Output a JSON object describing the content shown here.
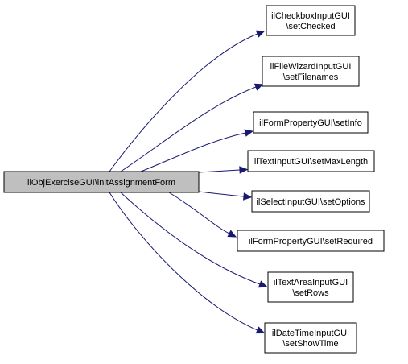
{
  "colors": {
    "source_fill": "#bfbfbf",
    "target_fill": "#ffffff",
    "edge": "#191970",
    "border": "#000000"
  },
  "source": {
    "lines": [
      "ilObjExerciseGUI\\initAssignmentForm"
    ]
  },
  "targets": [
    {
      "lines": [
        "ilCheckboxInputGUI",
        "\\setChecked"
      ]
    },
    {
      "lines": [
        "ilFileWizardInputGUI",
        "\\setFilenames"
      ]
    },
    {
      "lines": [
        "ilFormPropertyGUI\\setInfo"
      ]
    },
    {
      "lines": [
        "ilTextInputGUI\\setMaxLength"
      ]
    },
    {
      "lines": [
        "ilSelectInputGUI\\setOptions"
      ]
    },
    {
      "lines": [
        "ilFormPropertyGUI\\setRequired"
      ]
    },
    {
      "lines": [
        "ilTextAreaInputGUI",
        "\\setRows"
      ]
    },
    {
      "lines": [
        "ilDateTimeInputGUI",
        "\\setShowTime"
      ]
    }
  ]
}
